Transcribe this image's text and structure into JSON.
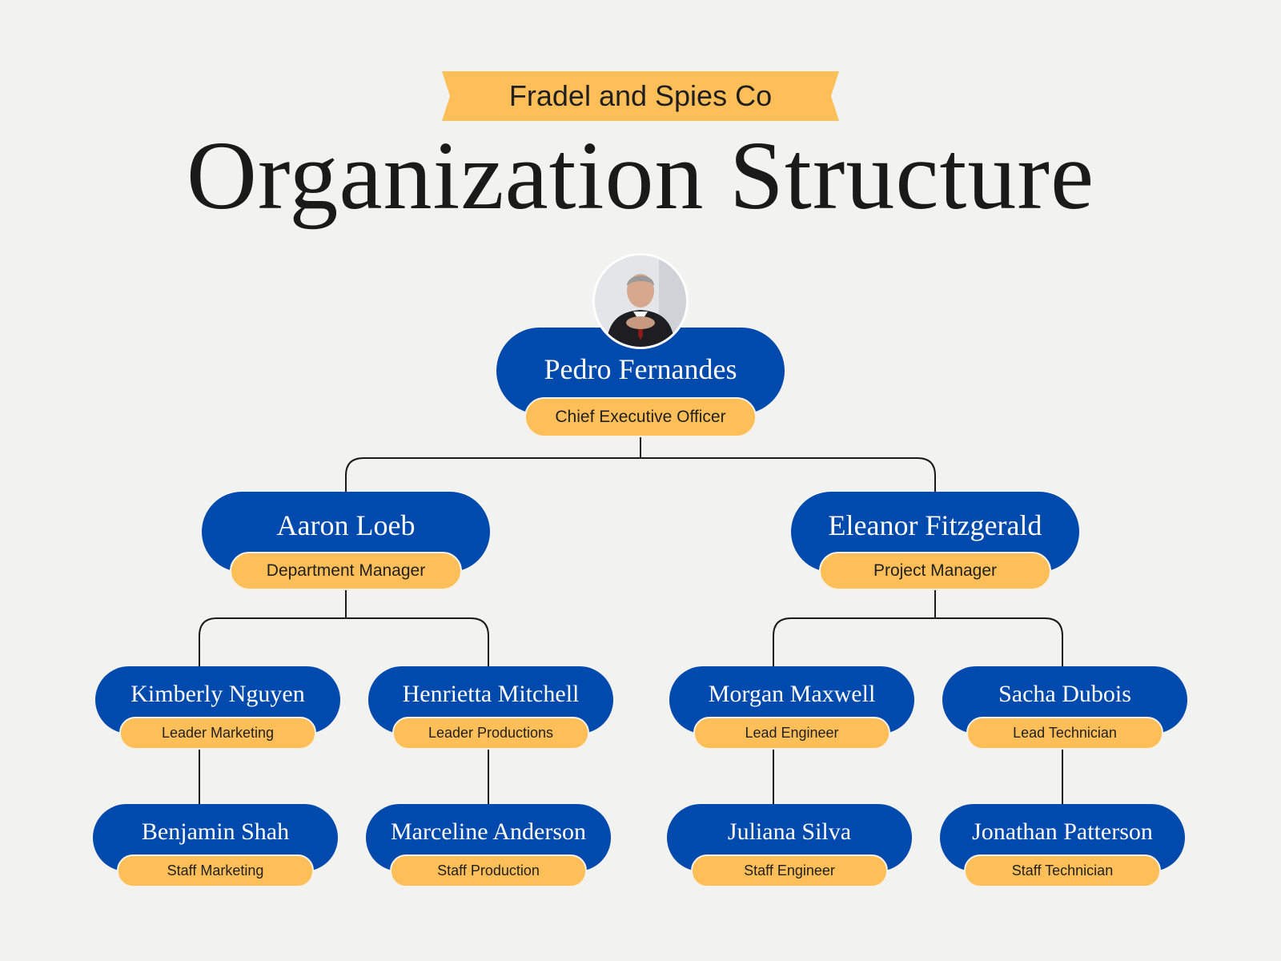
{
  "company": "Fradel and Spies Co",
  "title": "Organization Structure",
  "colors": {
    "background": "#f2f2f0",
    "pill": "#0049ad",
    "tag": "#ffbf58",
    "connector": "#1a1a1a"
  },
  "org": {
    "ceo": {
      "name": "Pedro Fernandes",
      "role": "Chief Executive Officer"
    },
    "managers": [
      {
        "name": "Aaron Loeb",
        "role": "Department Manager"
      },
      {
        "name": "Eleanor Fitzgerald",
        "role": "Project Manager"
      }
    ],
    "leads": [
      {
        "name": "Kimberly Nguyen",
        "role": "Leader Marketing"
      },
      {
        "name": "Henrietta Mitchell",
        "role": "Leader Productions"
      },
      {
        "name": "Morgan Maxwell",
        "role": "Lead Engineer"
      },
      {
        "name": "Sacha Dubois",
        "role": "Lead Technician"
      }
    ],
    "staff": [
      {
        "name": "Benjamin Shah",
        "role": "Staff Marketing"
      },
      {
        "name": "Marceline Anderson",
        "role": "Staff Production"
      },
      {
        "name": "Juliana Silva",
        "role": "Staff Engineer"
      },
      {
        "name": "Jonathan Patterson",
        "role": "Staff Technician"
      }
    ]
  }
}
